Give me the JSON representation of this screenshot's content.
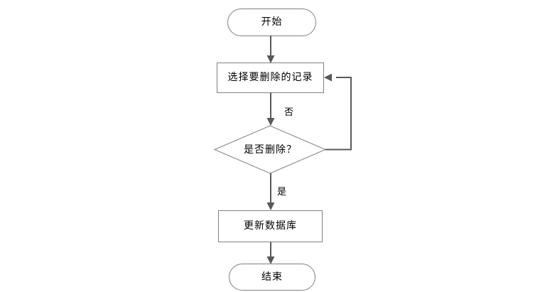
{
  "diagram": {
    "type": "flowchart",
    "direction": "top-to-bottom",
    "background_color": "#ffffff",
    "node_fill_color": "#ffffff",
    "node_stroke_color": "#808080",
    "connector_color": "#595959",
    "text_color": "#000000",
    "nodes": [
      {
        "id": "start",
        "shape": "terminator",
        "label": "开始"
      },
      {
        "id": "select",
        "shape": "process",
        "label": "选择要删除的记录"
      },
      {
        "id": "decision",
        "shape": "decision",
        "label": "是否删除？"
      },
      {
        "id": "update",
        "shape": "process",
        "label": "更新数据库"
      },
      {
        "id": "end",
        "shape": "terminator",
        "label": "结束"
      }
    ],
    "edges": [
      {
        "from": "start",
        "to": "select",
        "label": ""
      },
      {
        "from": "select",
        "to": "decision",
        "label": ""
      },
      {
        "from": "decision",
        "to": "select",
        "label": "否"
      },
      {
        "from": "decision",
        "to": "update",
        "label": "是"
      },
      {
        "from": "update",
        "to": "end",
        "label": ""
      }
    ],
    "edge_labels": {
      "no_branch": "否",
      "yes_branch": "是"
    }
  }
}
